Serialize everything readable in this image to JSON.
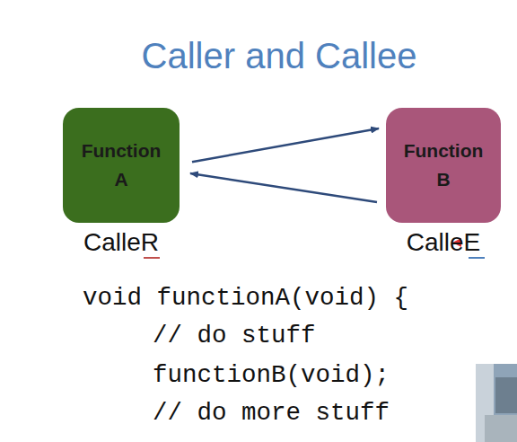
{
  "diagram": {
    "title": "Caller and Callee",
    "nodes": [
      {
        "text": [
          "Function A",
          "CalleR"
        ]
      },
      {
        "text": [
          "Function B",
          "CalleE"
        ]
      }
    ],
    "edges": [
      {
        "from": 0,
        "to": 1,
        "arrow": "to"
      },
      {
        "from": 1,
        "to": 0,
        "arrow": "to"
      }
    ],
    "labels": [
      "void functionA(void) {",
      "// do stuff",
      "functionB(void);",
      "// do more stuff"
    ]
  }
}
